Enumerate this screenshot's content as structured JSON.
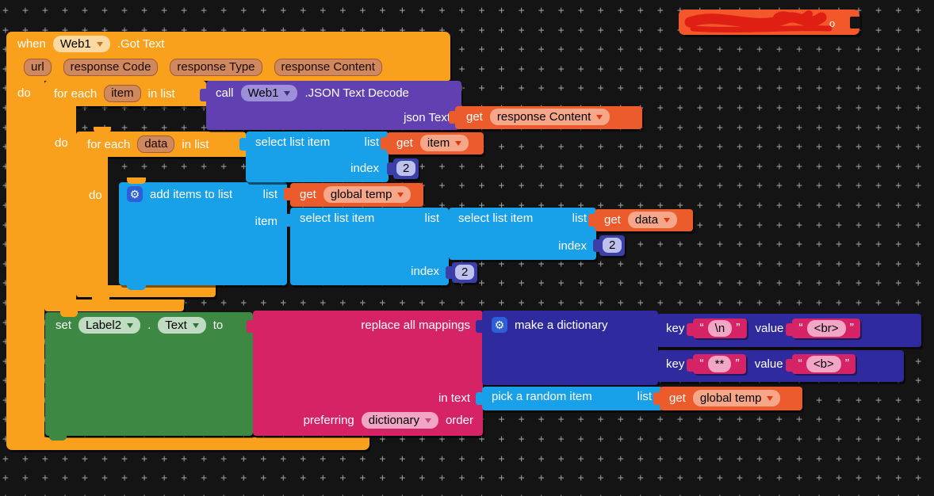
{
  "redacted": {
    "visible_char": "o"
  },
  "event": {
    "kw_when": "when",
    "component": "Web1",
    "event_name": ".Got Text",
    "kw_do": "do",
    "params": [
      "url",
      "response Code",
      "response Type",
      "response Content"
    ]
  },
  "loop": {
    "kw_for_each": "for each",
    "kw_in_list": "in list",
    "kw_do": "do",
    "item_var": "item",
    "data_var": "data"
  },
  "call": {
    "kw_call": "call",
    "component": "Web1",
    "method": ".JSON Text Decode",
    "arg": "json Text"
  },
  "get": {
    "kw": "get",
    "response_content": "response Content",
    "item": "item",
    "global_temp": "global temp",
    "data": "data"
  },
  "list_blocks": {
    "select": "select list item",
    "list": "list",
    "index": "index",
    "add_items": "add items to list",
    "item": "item",
    "pick_random": "pick a random item"
  },
  "num": {
    "two": "2"
  },
  "set_block": {
    "kw_set": "set",
    "component": "Label2",
    "dot": ".",
    "property": "Text",
    "kw_to": "to"
  },
  "text_block": {
    "replace": "replace all mappings",
    "in_text": "in text",
    "preferring": "preferring",
    "order_pref": "dictionary",
    "kw_order": "order"
  },
  "dict_block": {
    "make": "make a dictionary",
    "kw_key": "key",
    "kw_value": "value",
    "open_quote": "“",
    "close_quote": "”",
    "pairs": [
      {
        "key": "\\n",
        "value": "<br>"
      },
      {
        "key": "**",
        "value": "<b>"
      }
    ]
  },
  "icons": {
    "gear": "⚙"
  },
  "colors": {
    "workspace_bg": "#141414",
    "control_orange": "#F9A01C",
    "list_blue": "#18A1E8",
    "component_purple": "#6141B2",
    "getter_orange": "#EC5B2B",
    "math_navy": "#3B3FA9",
    "setter_green": "#3D8843",
    "text_pink": "#D62366",
    "dict_indigo": "#2F2B9E",
    "scribble_red": "#DF1F14"
  }
}
